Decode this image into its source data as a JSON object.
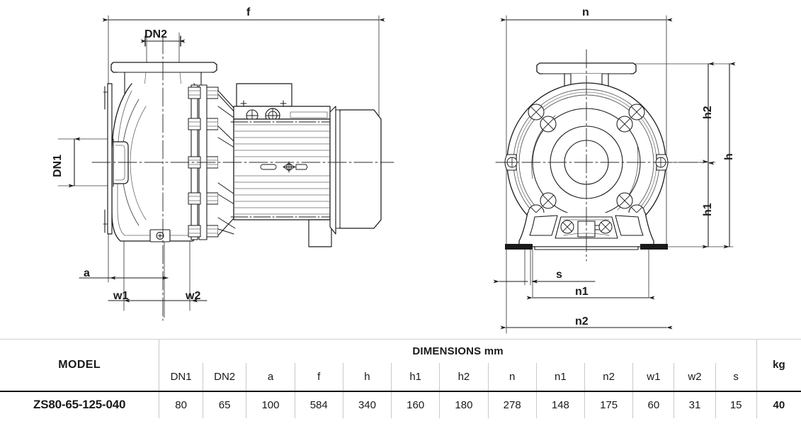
{
  "drawing": {
    "title": "Centrifugal pump dimensional drawing",
    "side_view": {
      "name": "side-elevation-view",
      "dimension_labels": [
        {
          "id": "f",
          "text": "f",
          "orientation": "horizontal",
          "position": "top"
        },
        {
          "id": "DN2",
          "text": "DN2",
          "orientation": "horizontal",
          "position": "top-discharge"
        },
        {
          "id": "DN1",
          "text": "DN1",
          "orientation": "vertical",
          "position": "left-suction"
        },
        {
          "id": "a",
          "text": "a",
          "orientation": "horizontal",
          "position": "bottom-left"
        },
        {
          "id": "w1",
          "text": "w1",
          "orientation": "horizontal",
          "position": "bottom"
        },
        {
          "id": "w2",
          "text": "w2",
          "orientation": "horizontal",
          "position": "bottom"
        }
      ]
    },
    "front_view": {
      "name": "front-elevation-view",
      "dimension_labels": [
        {
          "id": "n",
          "text": "n",
          "orientation": "horizontal",
          "position": "top"
        },
        {
          "id": "h2",
          "text": "h2",
          "orientation": "vertical",
          "position": "right-upper"
        },
        {
          "id": "h",
          "text": "h",
          "orientation": "vertical",
          "position": "right-outer"
        },
        {
          "id": "h1",
          "text": "h1",
          "orientation": "vertical",
          "position": "right-lower"
        },
        {
          "id": "s",
          "text": "s",
          "orientation": "horizontal",
          "position": "bottom"
        },
        {
          "id": "n1",
          "text": "n1",
          "orientation": "horizontal",
          "position": "bottom"
        },
        {
          "id": "n2",
          "text": "n2",
          "orientation": "horizontal",
          "position": "bottom"
        }
      ]
    },
    "colors": {
      "line": "#1a1a1a",
      "thin_line": "#555555",
      "center_line": "#444444",
      "background": "#ffffff"
    }
  },
  "table": {
    "model_header": "MODEL",
    "dimensions_header": "DIMENSIONS mm",
    "weight_header": "kg",
    "columns": [
      "DN1",
      "DN2",
      "a",
      "f",
      "h",
      "h1",
      "h2",
      "n",
      "n1",
      "n2",
      "w1",
      "w2",
      "s"
    ],
    "rows": [
      {
        "model": "ZS80-65-125-040",
        "values": [
          "80",
          "65",
          "100",
          "584",
          "340",
          "160",
          "180",
          "278",
          "148",
          "175",
          "60",
          "31",
          "15"
        ],
        "kg": "40"
      }
    ]
  }
}
